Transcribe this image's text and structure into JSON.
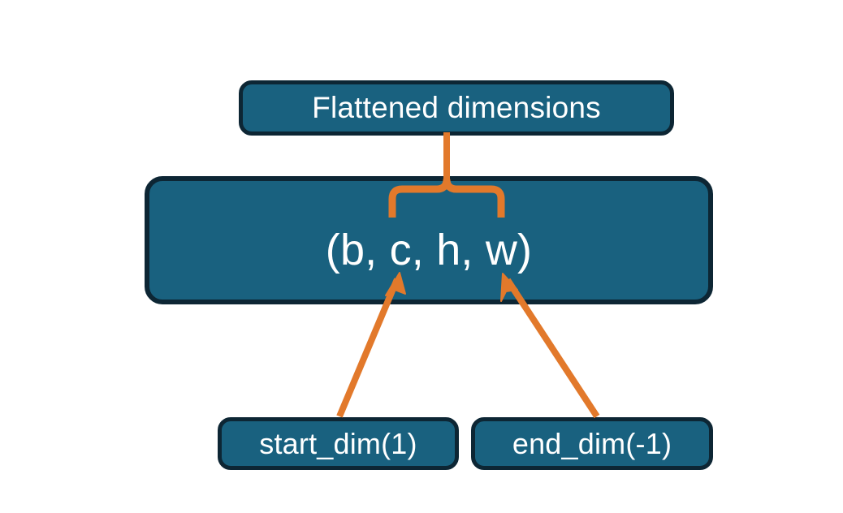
{
  "diagram": {
    "title_node": {
      "label": "Flattened dimensions",
      "name": "flattened-dimensions-box"
    },
    "shape_node": {
      "label": "(b, c, h, w)",
      "name": "tensor-shape-box"
    },
    "argument_nodes": [
      {
        "label": "start_dim(1)",
        "name": "start-dim-box"
      },
      {
        "label": "end_dim(-1)",
        "name": "end-dim-box"
      }
    ],
    "connectors": {
      "brace": {
        "name": "flattened-dims-brace",
        "spans_dims": "c, h, w",
        "points_to": "Flattened dimensions"
      },
      "arrows": [
        {
          "name": "start-dim-arrow",
          "from": "start_dim(1)",
          "to": "(b, c, h, w)"
        },
        {
          "name": "end-dim-arrow",
          "from": "end_dim(-1)",
          "to": "(b, c, h, w)"
        }
      ]
    },
    "colors": {
      "box_fill": "#19617f",
      "box_border": "#0d2634",
      "connector": "#e2792b",
      "text": "#ffffff",
      "background": "#ffffff"
    }
  }
}
